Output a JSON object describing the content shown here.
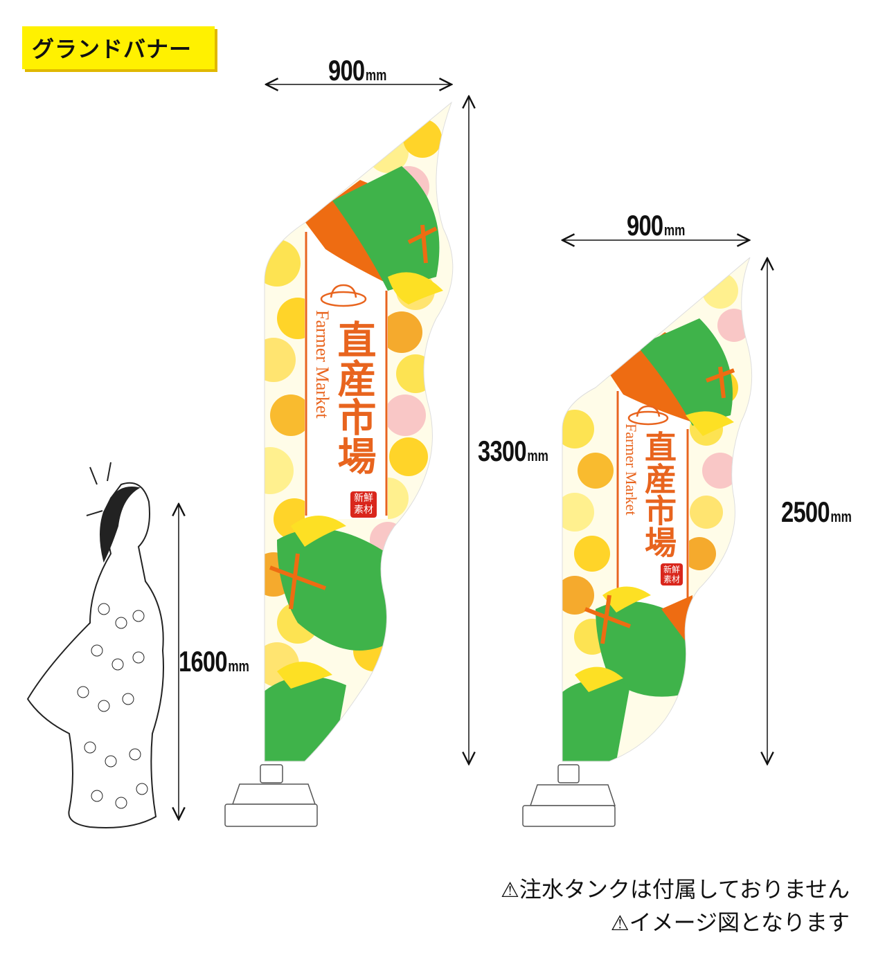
{
  "header": {
    "title": "グランドバナー"
  },
  "dimensions": {
    "large_width": {
      "value": "900",
      "unit": "mm"
    },
    "large_height": {
      "value": "3300",
      "unit": "mm"
    },
    "small_width": {
      "value": "900",
      "unit": "mm"
    },
    "small_height": {
      "value": "2500",
      "unit": "mm"
    },
    "person_height": {
      "value": "1600",
      "unit": "mm"
    }
  },
  "banner": {
    "title_ja": "直産市場",
    "title_en": "Farmer Market",
    "stamp_line1": "新鮮",
    "stamp_line2": "素材"
  },
  "notes": [
    {
      "icon": "⚠",
      "text": "注水タンクは付属しておりません"
    },
    {
      "icon": "⚠",
      "text": "イメージ図となります"
    }
  ],
  "colors": {
    "yellow_tag": "#fff100",
    "orange_text": "#e8641e",
    "green_leaf": "#3fb34a",
    "orange_leaf": "#ee6c12",
    "stamp_red": "#d9261c"
  }
}
